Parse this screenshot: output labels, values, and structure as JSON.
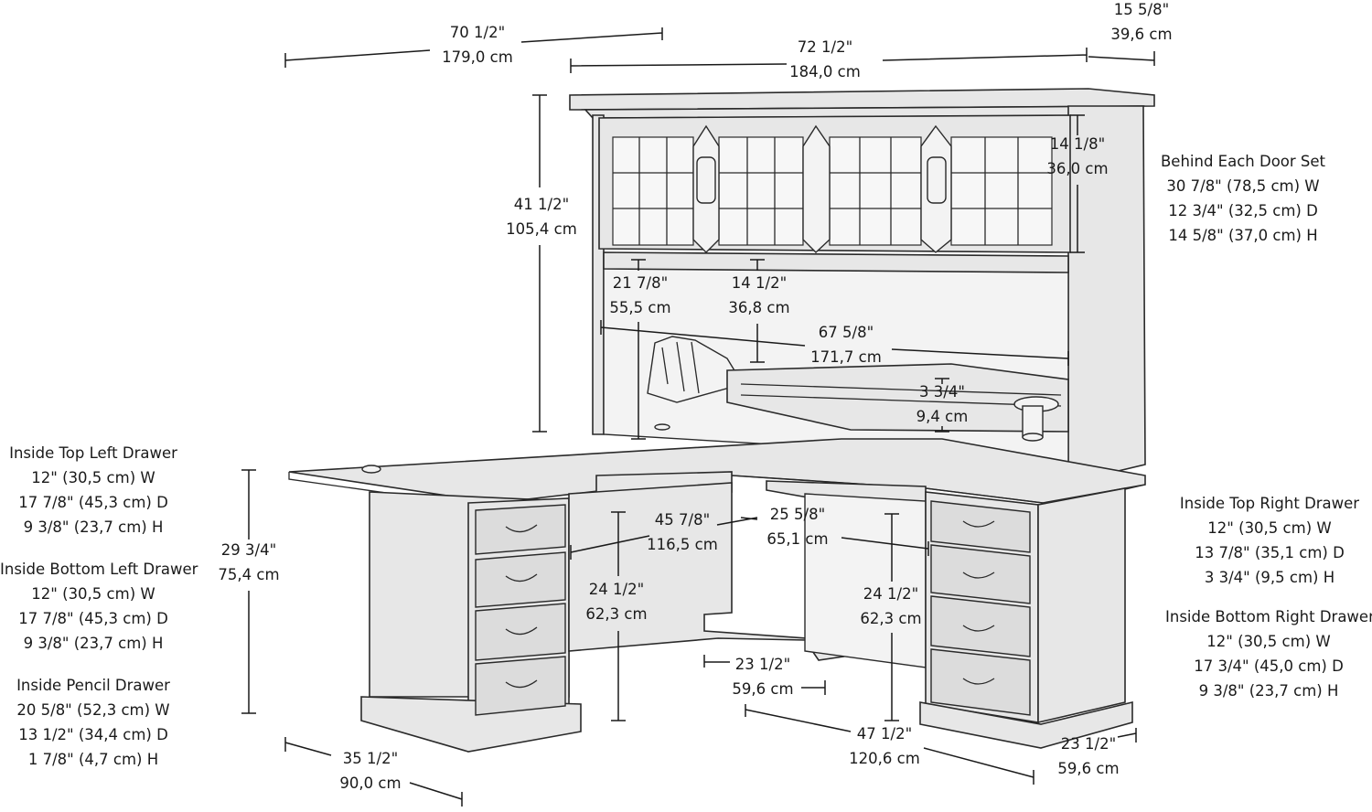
{
  "dimensions": {
    "hutch_width": [
      "70 1/2\"",
      "179,0 cm"
    ],
    "overall_width": [
      "72 1/2\"",
      "184,0 cm"
    ],
    "hutch_depth": [
      "15 5/8\"",
      "39,6 cm"
    ],
    "hutch_height": [
      "41 1/2\"",
      "105,4 cm"
    ],
    "cabinet_height": [
      "14 1/8\"",
      "36,0 cm"
    ],
    "open_height_left": [
      "21 7/8\"",
      "55,5 cm"
    ],
    "open_height_center": [
      "14 1/2\"",
      "36,8 cm"
    ],
    "inner_width": [
      "67 5/8\"",
      "171,7 cm"
    ],
    "shelf_height": [
      "3 3/4\"",
      "9,4 cm"
    ],
    "desk_height": [
      "29 3/4\"",
      "75,4 cm"
    ],
    "knee_width": [
      "45 7/8\"",
      "116,5 cm"
    ],
    "return_knee_width": [
      "25 5/8\"",
      "65,1 cm"
    ],
    "knee_height_left": [
      "24 1/2\"",
      "62,3 cm"
    ],
    "knee_height_right": [
      "24 1/2\"",
      "62,3 cm"
    ],
    "return_depth": [
      "23 1/2\"",
      "59,6 cm"
    ],
    "return_length": [
      "47 1/2\"",
      "120,6 cm"
    ],
    "desk_depth": [
      "23 1/2\"",
      "59,6 cm"
    ],
    "side_depth": [
      "35 1/2\"",
      "90,0 cm"
    ]
  },
  "specs": {
    "door_set": [
      "Behind Each Door Set",
      "30 7/8\" (78,5 cm) W",
      "12 3/4\" (32,5 cm) D",
      "14 5/8\" (37,0 cm) H"
    ],
    "top_left": [
      "Inside Top Left Drawer",
      "12\" (30,5 cm) W",
      "17 7/8\" (45,3 cm) D",
      "9 3/8\" (23,7 cm) H"
    ],
    "bottom_left": [
      "Inside Bottom Left Drawer",
      "12\" (30,5 cm) W",
      "17 7/8\" (45,3 cm) D",
      "9 3/8\" (23,7 cm) H"
    ],
    "pencil": [
      "Inside Pencil Drawer",
      "20 5/8\" (52,3 cm) W",
      "13 1/2\" (34,4 cm) D",
      "1 7/8\" (4,7 cm) H"
    ],
    "top_right": [
      "Inside Top Right Drawer",
      "12\" (30,5 cm) W",
      "13 7/8\" (35,1 cm) D",
      "3 3/4\" (9,5 cm) H"
    ],
    "bottom_right": [
      "Inside Bottom Right Drawer",
      "12\" (30,5 cm) W",
      "17 3/4\" (45,0 cm) D",
      "9 3/8\" (23,7 cm) H"
    ]
  }
}
